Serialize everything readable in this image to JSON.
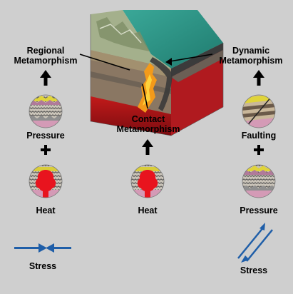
{
  "labels": {
    "regional_metamorphism": [
      "Regional",
      "Metamorphism"
    ],
    "dynamic_metamorphism": [
      "Dynamic",
      "Metamorphism"
    ],
    "contact_metamorphism": [
      "Contact",
      "Metamorphism"
    ],
    "pressure_left": "Pressure",
    "heat_left": "Heat",
    "heat_center": "Heat",
    "faulting_right": "Faulting",
    "pressure_right": "Pressure",
    "stress_left": "Stress",
    "stress_right": "Stress",
    "plus_symbol": "+"
  },
  "colors": {
    "background": "#cfcfcf",
    "stress_arrow": "#1f5ea8",
    "ocean": "#2e9a8a",
    "mantle": "#b0141c",
    "magma": "#f39a1a",
    "heat_blob": "#e8141e",
    "crust": "#8c7a62"
  },
  "icons": [
    "up-arrow-icon",
    "plus-icon",
    "pressure-rock-icon",
    "heat-rock-icon",
    "faulted-rock-icon",
    "compression-stress-icon",
    "shear-stress-icon"
  ]
}
